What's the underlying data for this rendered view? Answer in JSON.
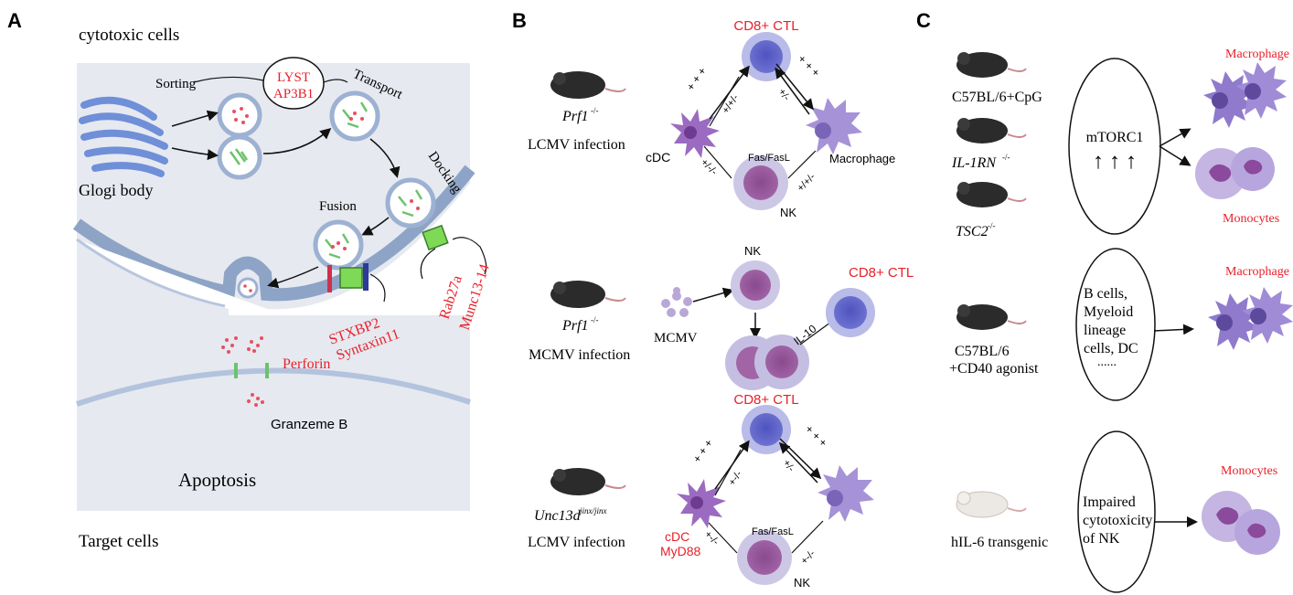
{
  "panel_a": {
    "letter": "A",
    "cytotoxic_cells": "cytotoxic cells",
    "sorting": "Sorting",
    "lyst": "LYST",
    "ap3b1": "AP3B1",
    "transport": "Transport",
    "golgi": "Glogi body",
    "docking": "Docking",
    "fusion": "Fusion",
    "stxbp2": "STXBP2",
    "syntaxin11": "Syntaxin11",
    "rab27a": "Rab27a",
    "munc": "Munc13-14",
    "perforin": "Perforin",
    "granzyme": "Granzeme B",
    "apoptosis": "Apoptosis",
    "target_cells": "Target cells"
  },
  "panel_b": {
    "letter": "B",
    "cd8_top": "CD8+ CTL",
    "prf1_a": "Prf1",
    "prf1_a_sup": "-/-",
    "lcmv_a": "LCMV infection",
    "cdc_a": "cDC",
    "fas_a": "Fas/FasL",
    "macrophage_a": "Macrophage",
    "nk_a": "NK",
    "pm_1": "+ + +",
    "pm_2": "+/+/-",
    "pm_3": "+ + +",
    "pm_4": "+/-",
    "pm_5": "+/-/-",
    "pm_6": "+/+/-",
    "nk_mid": "NK",
    "cd8_mid": "CD8+ CTL",
    "prf1_b": "Prf1",
    "prf1_b_sup": "-/-",
    "mcmv": "MCMV",
    "mcmv_inf": "MCMV infection",
    "il10": "IL-10",
    "cd8_bot": "CD8+ CTL",
    "unc": "Unc13d",
    "unc_sup": "jinx/jinx",
    "lcmv_b": "LCMV infection",
    "cdc_b": "cDC",
    "myd88": "MyD88",
    "fas_b": "Fas/FasL",
    "nk_bot": "NK",
    "pm_7": "+ + +",
    "pm_8": "+-/-",
    "pm_9": "+ + +",
    "pm_10": "+/-",
    "pm_11": "+-/-",
    "pm_12": "+-/-"
  },
  "panel_c": {
    "letter": "C",
    "c57_cpg": "C57BL/6+CpG",
    "il1rn": "IL-1RN",
    "il1rn_sup": "-/-",
    "tsc2": "TSC2",
    "tsc2_sup": "-/-",
    "mtorc1": "mTORC1",
    "arrows": "↑ ↑ ↑",
    "macrophage_1": "Macrophage",
    "monocytes_1": "Monocytes",
    "bcells_1": "B cells,",
    "bcells_2": "Myeloid",
    "bcells_3": "lineage",
    "bcells_4": "cells, DC",
    "bcells_5": "......",
    "c57": "C57BL/6",
    "cd40": "+CD40 agonist",
    "macrophage_2": "Macrophage",
    "impaired_1": "Impaired",
    "impaired_2": "cytotoxicity",
    "impaired_3": "of NK",
    "hil6": "hIL-6 transgenic",
    "monocytes_2": "Monocytes"
  },
  "colors": {
    "red": "#e8202a",
    "cell_bg": "#e5e8ef",
    "membrane": "#8ea4c6",
    "ctl": "#5d62c4",
    "purple": "#9a7ec2",
    "green": "#6cc36a",
    "pink": "#e85060"
  }
}
